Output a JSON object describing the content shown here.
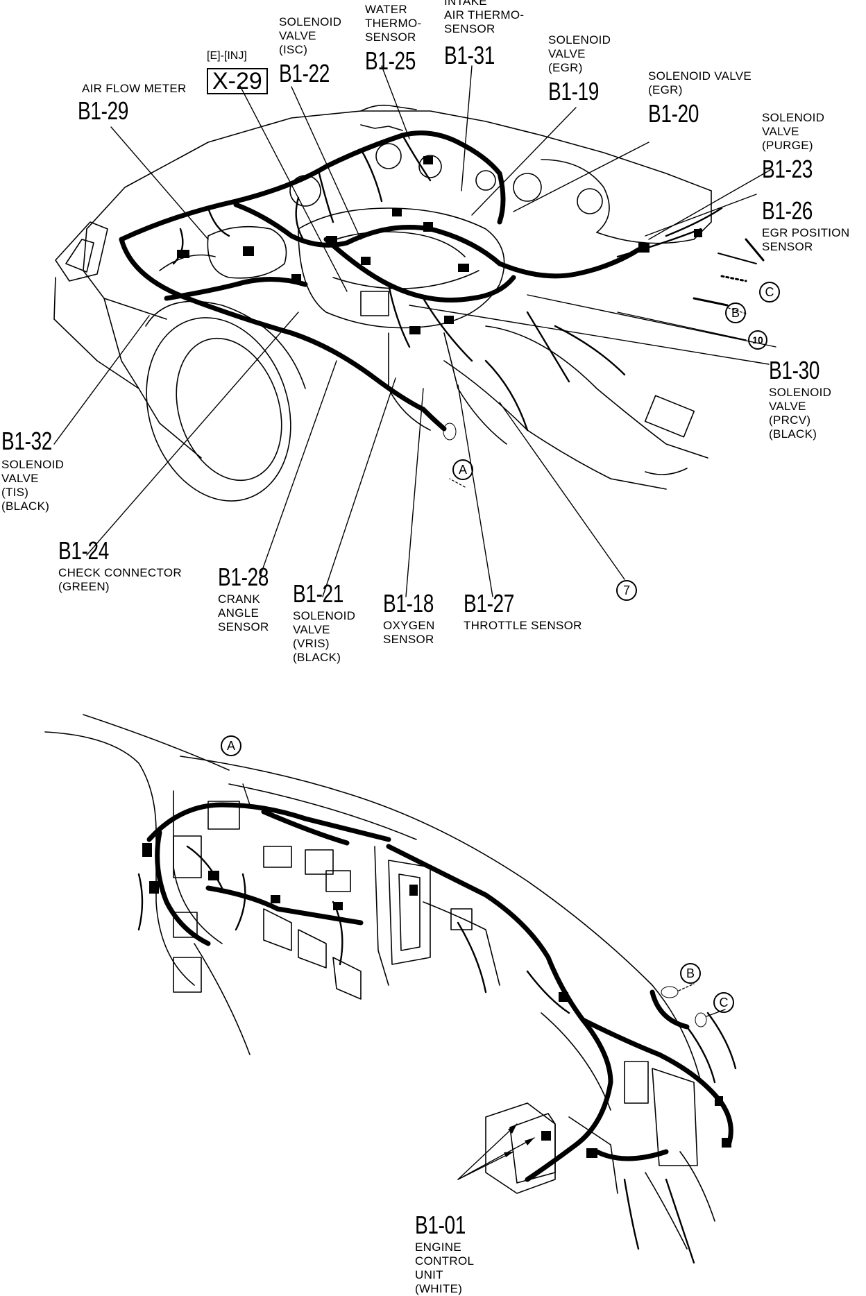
{
  "engine_view": {
    "inj_ref": {
      "prefix": "[E]-[INJ]",
      "code": "X-29"
    },
    "labels": [
      {
        "id": "b1-29",
        "code": "B1-29",
        "desc": "AIR FLOW METER"
      },
      {
        "id": "b1-22",
        "code": "B1-22",
        "desc": "SOLENOID\nVALVE\n(ISC)"
      },
      {
        "id": "b1-25",
        "code": "B1-25",
        "desc": "WATER\nTHERMO-\nSENSOR"
      },
      {
        "id": "b1-31",
        "code": "B1-31",
        "desc": "INTAKE\nAIR THERMO-\nSENSOR"
      },
      {
        "id": "b1-19",
        "code": "B1-19",
        "desc": "SOLENOID\nVALVE\n(EGR)"
      },
      {
        "id": "b1-20",
        "code": "B1-20",
        "desc": "SOLENOID VALVE\n(EGR)"
      },
      {
        "id": "b1-23",
        "code": "B1-23",
        "desc": "SOLENOID\nVALVE\n(PURGE)"
      },
      {
        "id": "b1-26",
        "code": "B1-26",
        "desc": "EGR POSITION\nSENSOR"
      },
      {
        "id": "b1-30",
        "code": "B1-30",
        "desc": "SOLENOID\nVALVE\n(PRCV)\n(BLACK)"
      },
      {
        "id": "b1-32",
        "code": "B1-32",
        "desc": "SOLENOID\nVALVE\n(TIS)\n(BLACK)"
      },
      {
        "id": "b1-24",
        "code": "B1-24",
        "desc": "CHECK CONNECTOR\n(GREEN)"
      },
      {
        "id": "b1-28",
        "code": "B1-28",
        "desc": "CRANK\nANGLE\nSENSOR"
      },
      {
        "id": "b1-21",
        "code": "B1-21",
        "desc": "SOLENOID\nVALVE\n(VRIS)\n(BLACK)"
      },
      {
        "id": "b1-18",
        "code": "B1-18",
        "desc": "OXYGEN\nSENSOR"
      },
      {
        "id": "b1-27",
        "code": "B1-27",
        "desc": "THROTTLE SENSOR"
      }
    ],
    "markers": [
      "A",
      "B",
      "C",
      "10",
      "7"
    ]
  },
  "dash_view": {
    "labels": [
      {
        "id": "b1-01",
        "code": "B1-01",
        "desc": "ENGINE\nCONTROL\nUNIT\n(WHITE)"
      }
    ],
    "markers": [
      "A",
      "B",
      "C"
    ]
  }
}
